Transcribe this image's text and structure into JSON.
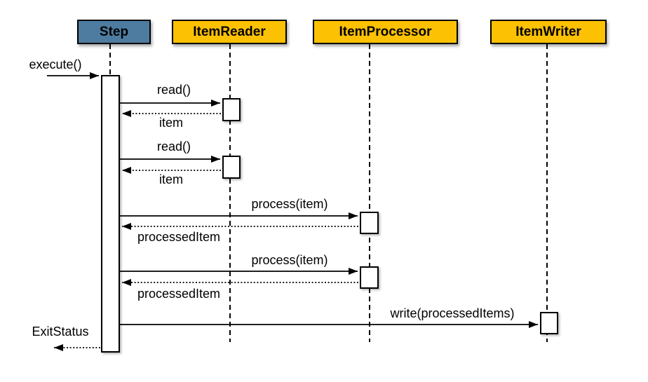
{
  "participants": [
    {
      "label": "Step"
    },
    {
      "label": "ItemReader"
    },
    {
      "label": "ItemProcessor"
    },
    {
      "label": "ItemWriter"
    }
  ],
  "messages": {
    "execute": "execute()",
    "read_1": "read()",
    "item_1": "item",
    "read_2": "read()",
    "item_2": "item",
    "process_1": "process(item)",
    "processed_item_1": "processedItem",
    "process_2": "process(item)",
    "processed_item_2": "processedItem",
    "write": "write(processedItems)",
    "exit_status": "ExitStatus"
  },
  "colors": {
    "step_header": "#4e7ca1",
    "component_header": "#fcc103",
    "activation_fill": "#ffffff",
    "line": "#000000",
    "background": "#ffffff"
  }
}
